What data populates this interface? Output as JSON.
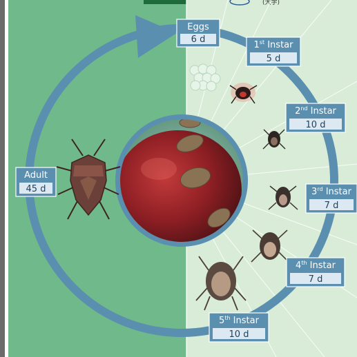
{
  "diagram": {
    "stages": [
      {
        "id": "eggs",
        "name": "Eggs",
        "sup": "",
        "duration": "6 d"
      },
      {
        "id": "instar-1",
        "name": "Instar",
        "prefix": "1",
        "sup": "st",
        "duration": "5 d"
      },
      {
        "id": "instar-2",
        "name": "Instar",
        "prefix": "2",
        "sup": "nd",
        "duration": "10 d"
      },
      {
        "id": "instar-3",
        "name": "Instar",
        "prefix": "3",
        "sup": "rd",
        "duration": "7 d"
      },
      {
        "id": "instar-4",
        "name": "Instar",
        "prefix": "4",
        "sup": "th",
        "duration": "7 d"
      },
      {
        "id": "instar-5",
        "name": "Instar",
        "prefix": "5",
        "sup": "th",
        "duration": "10 d"
      },
      {
        "id": "adult",
        "name": "Adult",
        "sup": "",
        "duration": "45 d"
      }
    ],
    "header_logo_text": "(大学)"
  },
  "colors": {
    "left_bg": "#6fb98a",
    "right_bg": "#cfe8cf",
    "ring": "#5a8fb0",
    "label_fill": "#5a8fb0",
    "label_inner": "#dde9f2",
    "label_text_dark": "#1f3f5a",
    "label_text_light": "#ffffff",
    "sidebar": "#6b6b6b"
  }
}
